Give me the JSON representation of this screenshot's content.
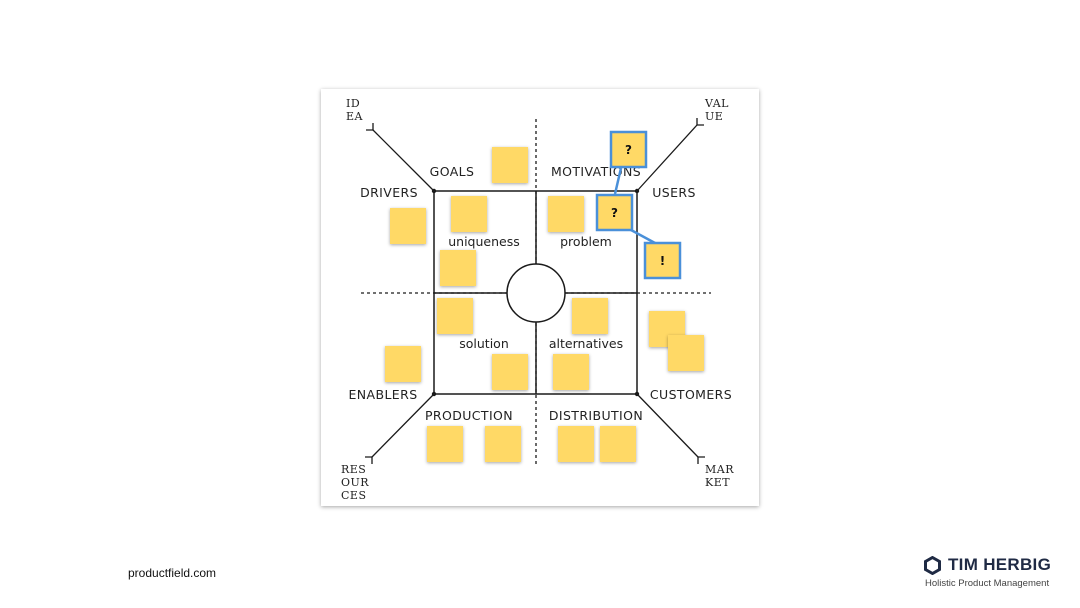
{
  "canvas": {
    "segments": {
      "goals": "GOALS",
      "motivations": "MOTIVATIONS",
      "drivers": "DRIVERS",
      "users": "USERS",
      "enablers": "ENABLERS",
      "customers": "CUSTOMERS",
      "production": "PRODUCTION",
      "distribution": "DISTRIBUTION"
    },
    "quadrants": {
      "uniqueness": "uniqueness",
      "problem": "problem",
      "solution": "solution",
      "alternatives": "alternatives"
    },
    "corners": {
      "idea": [
        "ID",
        "EA"
      ],
      "value": [
        "VAL",
        "UE"
      ],
      "resources": [
        "RES",
        "OUR",
        "CES"
      ],
      "market": [
        "MAR",
        "KET"
      ]
    },
    "highlighted_notes": [
      "?",
      "?",
      "!"
    ],
    "colors": {
      "note": "#ffd966",
      "highlight": "#4a90d9",
      "line": "#1a1a1a"
    }
  },
  "footer": {
    "url": "productfield.com",
    "brand_name": "TIM HERBIG",
    "brand_tagline": "Holistic Product Management",
    "brand_icon": "hexagon-logo-icon"
  }
}
